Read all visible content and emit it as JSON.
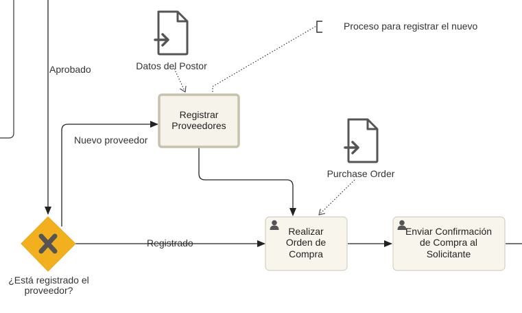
{
  "diagram": {
    "type": "bpmn",
    "flow_labels": {
      "aprobado": "Aprobado",
      "nuevo_proveedor": "Nuevo proveedor",
      "registrado": "Registrado"
    },
    "data_objects": {
      "datos_postor": "Datos del Postor",
      "purchase_order": "Purchase Order"
    },
    "annotation": "Proceso para registrar el nuevo",
    "tasks": {
      "registrar_proveedores": [
        "Registrar",
        "Proveedores"
      ],
      "realizar_orden": [
        "Realizar",
        "Orden de",
        "Compra"
      ],
      "enviar_confirmacion": [
        "Enviar Confirmación",
        "de Compra al",
        "Solicitante"
      ]
    },
    "gateway": {
      "label_lines": [
        "¿Está registrado el",
        "proveedor?"
      ],
      "icon": "exclusive-gateway-x-icon"
    },
    "colors": {
      "gateway_fill": "#f2b01e",
      "task_fill": "#f8f5ec",
      "task_selected_fill": "#f6f3ea",
      "task_border": "#c7c1ad",
      "line": "#222222",
      "data_object": "#555555"
    }
  }
}
